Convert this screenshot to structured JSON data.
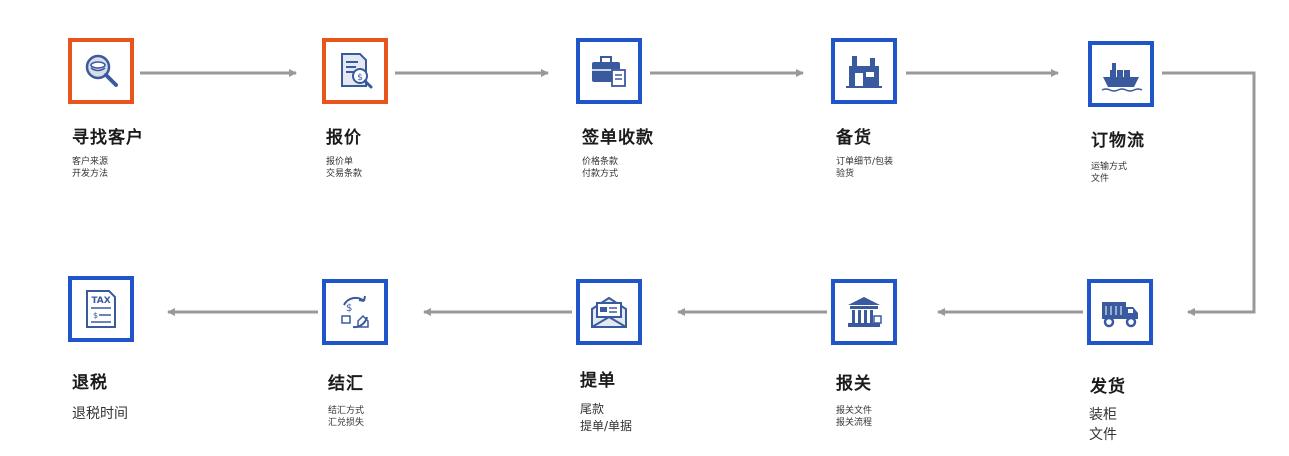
{
  "colors": {
    "start_border": "#e8551c",
    "step_border": "#1f55c8",
    "arrow": "#999999",
    "icon": "#3a5aa0"
  },
  "steps": [
    {
      "title": "寻找客户",
      "lines": [
        "客户来源",
        "开发方法"
      ],
      "icon": "magnifier-coin-icon"
    },
    {
      "title": "报价",
      "lines": [
        "报价单",
        "交易条款"
      ],
      "icon": "quote-document-icon"
    },
    {
      "title": "签单收款",
      "lines": [
        "价格条款",
        "付款方式"
      ],
      "icon": "briefcase-document-icon"
    },
    {
      "title": "备货",
      "lines": [
        "订单细节/包装",
        "验货"
      ],
      "icon": "factory-icon"
    },
    {
      "title": "订物流",
      "lines": [
        "运输方式",
        "文件"
      ],
      "icon": "cargo-ship-icon"
    },
    {
      "title": "发货",
      "lines": [
        "装柜",
        "文件"
      ],
      "icon": "truck-icon"
    },
    {
      "title": "报关",
      "lines": [
        "报关文件",
        "报关流程"
      ],
      "icon": "customs-building-icon"
    },
    {
      "title": "提单",
      "lines": [
        "尾款",
        "提单/单据"
      ],
      "icon": "envelope-document-icon"
    },
    {
      "title": "结汇",
      "lines": [
        "结汇方式",
        "汇兑损失"
      ],
      "icon": "exchange-cycle-icon"
    },
    {
      "title": "退税",
      "lines": [
        "退税时间"
      ],
      "icon": "tax-form-icon"
    }
  ]
}
